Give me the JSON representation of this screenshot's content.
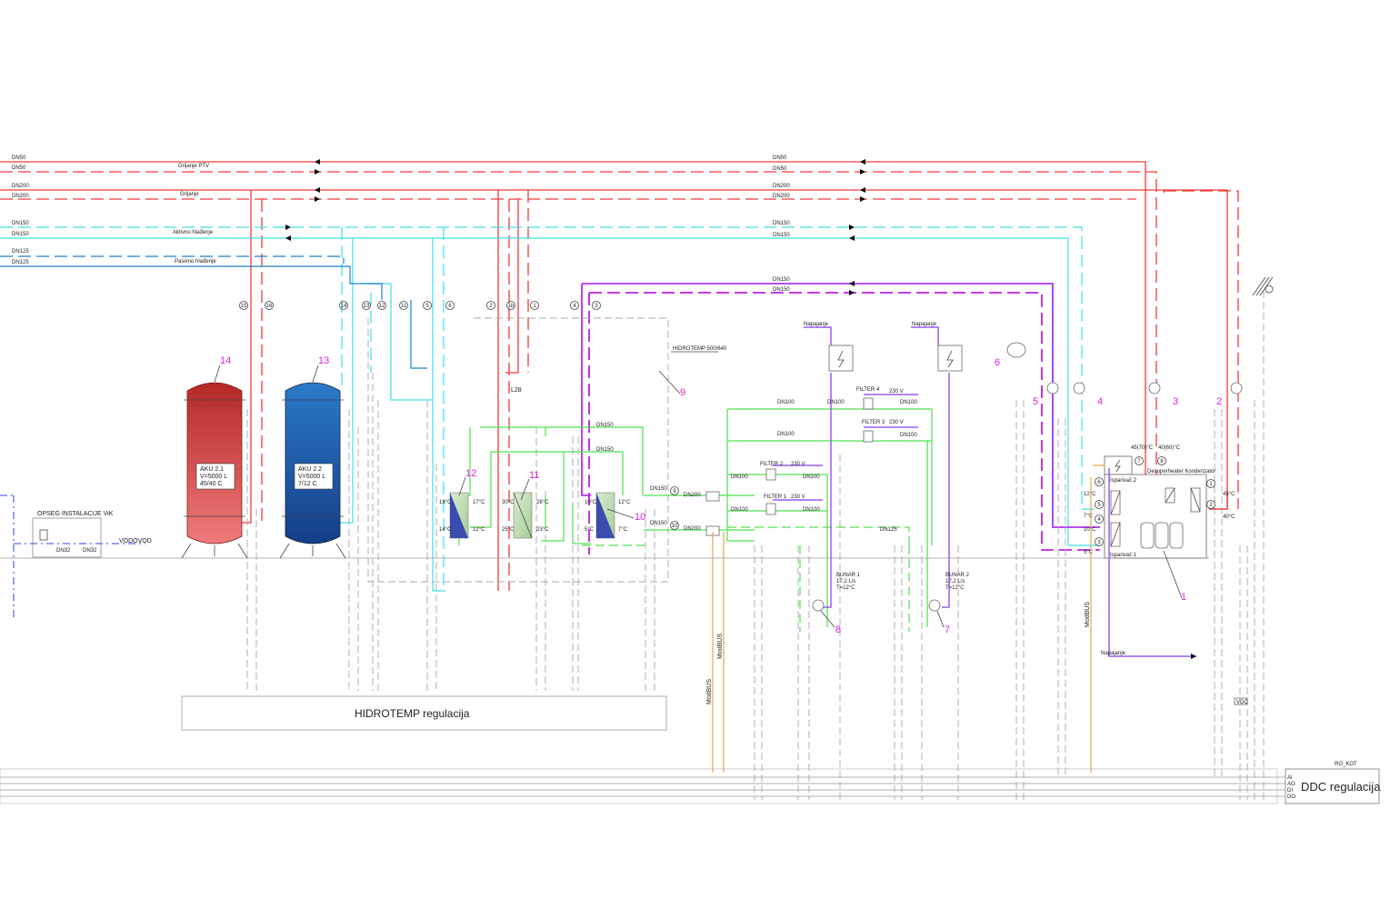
{
  "pipes": {
    "ptv_supply": "DN50",
    "ptv_return": "DN50",
    "ptv_label": "Grijanje PTV",
    "ptv_right_supply": "DN50",
    "ptv_right_return": "DN50",
    "heat_supply": "DN200",
    "heat_return": "DN200",
    "heat_label": "Grijanje",
    "heat_right_supply": "DN200",
    "heat_right_return": "DN200",
    "active_supply": "DN150",
    "active_return": "DN150",
    "active_label": "Aktivno hlađenje",
    "active_right_supply": "DN150",
    "active_right_return": "DN150",
    "passive_supply": "DN125",
    "passive_return": "DN125",
    "passive_label": "Pasivno hlađenje",
    "purple_supply": "DN150",
    "purple_return": "DN150"
  },
  "circled_numbers": [
    "15",
    "16",
    "14",
    "13",
    "12",
    "11",
    "5",
    "6",
    "2",
    "1b",
    "1",
    "4",
    "3"
  ],
  "tanks": [
    {
      "name": "AKU 2.1",
      "volume": "V=5000 L",
      "temps": "45/40 C",
      "callout": "14",
      "color": "#d83838"
    },
    {
      "name": "AKU 2.2",
      "volume": "V=5000 L",
      "temps": "7/12 C",
      "callout": "13",
      "color": "#1e56a8"
    }
  ],
  "vik": {
    "title": "OPSEG INSTALACIJE ViK",
    "dn_left": "DN32",
    "dn_right": "DN32",
    "water": "VODOVOD"
  },
  "hidrotemp": {
    "model": "HIDROTEMP 500/640",
    "callout": "9",
    "l28": "L28",
    "regulation": "HIDROTEMP regulacija"
  },
  "exchangers": [
    {
      "callout": "12",
      "t_in_hot": "19°C",
      "t_out_hot": "14°C",
      "t_in_cold": "17°C",
      "t_out_cold": "12°C"
    },
    {
      "callout": "11",
      "t_in_hot": "30°C",
      "t_out_hot": "25°C",
      "t_in_cold": "28°C",
      "t_out_cold": "23°C"
    },
    {
      "callout": "10",
      "t_in_hot": "10°C",
      "t_out_hot": "5°C",
      "t_in_cold": "12°C",
      "t_out_cold": "7°C"
    }
  ],
  "green": {
    "dn150_a": "DN150",
    "dn150_b": "DN150",
    "dn200_a": "DN200",
    "dn200_b": "DN200",
    "dn150_c": "DN150",
    "dn150_d": "DN150",
    "circ_9": "9",
    "circ_10": "10"
  },
  "wells": {
    "power": "Napajanje",
    "filter1": "FILTER 1",
    "filter2": "FILTER 2",
    "filter3": "FILTER 3",
    "filter4": "FILTER 4",
    "voltage": "230 V",
    "dn100": "DN100",
    "dn125": "DN125",
    "bunar1": {
      "name": "BUNAR 1",
      "flow": "17,2 L/s",
      "temp": "T=12°C",
      "callout": "8"
    },
    "bunar2": {
      "name": "BUNAR 2",
      "flow": "17,2 L/s",
      "temp": "T=12°C",
      "callout": "7"
    }
  },
  "heatpump": {
    "evap2": "Isparivač 2",
    "cond": "Desuperheater Kondenzator",
    "evap1": "Isparivač 1",
    "callout": "1",
    "ports": [
      "1",
      "2",
      "3",
      "4",
      "5",
      "6",
      "7",
      "8"
    ],
    "temps": [
      "12°C",
      "7°C",
      "10°C",
      "5°C",
      "45°C",
      "40°C",
      "45(70)°C",
      "40(60)°C"
    ],
    "callouts_right": [
      "6",
      "5",
      "4",
      "3",
      "2"
    ]
  },
  "modbus": {
    "label1": "ModBUS",
    "label2": "ModBUS",
    "label3": "ModBUS",
    "power": "Napajanje",
    "vdc": "VDC"
  },
  "ddc": {
    "title": "DDC regulacija",
    "ref": "RO_KOT",
    "inputs": [
      "AI",
      "AO",
      "DI",
      "DO"
    ]
  }
}
